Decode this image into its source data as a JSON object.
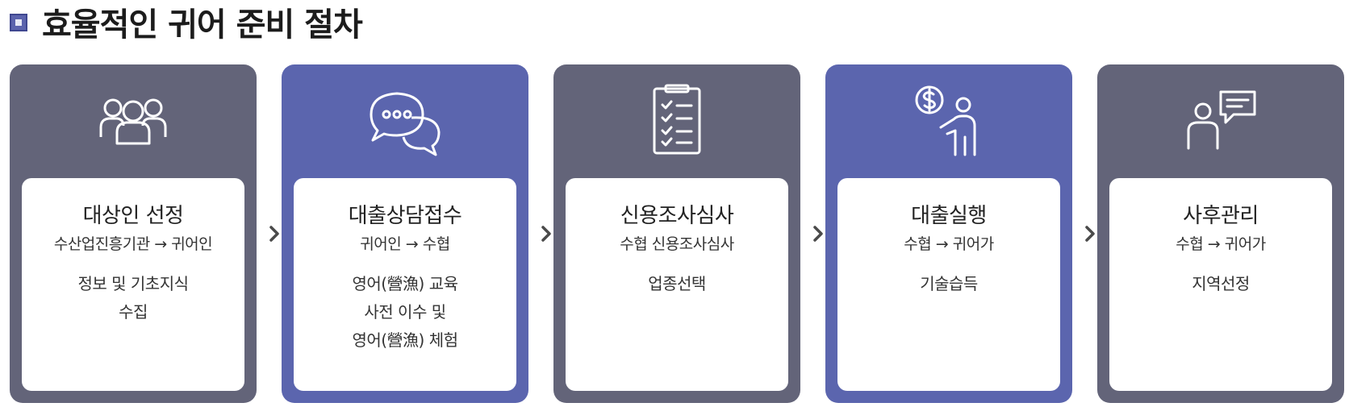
{
  "page": {
    "title": "효율적인 귀어 준비 절차"
  },
  "colors": {
    "card_dark": "#636479",
    "card_blue": "#5b65ae",
    "panel": "#ffffff",
    "title_bullet": "#5b63ad"
  },
  "steps": [
    {
      "icon": "people-group-icon",
      "title": "대상인 선정",
      "subtitle": "수산업진흥기관 → 귀어인",
      "details": [
        "정보 및 기초지식",
        "수집"
      ]
    },
    {
      "icon": "chat-bubbles-icon",
      "title": "대출상담접수",
      "subtitle": "귀어인 → 수협",
      "details": [
        "영어(營漁) 교육",
        "사전 이수 및",
        "영어(營漁) 체험"
      ]
    },
    {
      "icon": "clipboard-checklist-icon",
      "title": "신용조사심사",
      "subtitle": "수협 신용조사심사",
      "details": [
        "업종선택"
      ]
    },
    {
      "icon": "money-presenter-icon",
      "title": "대출실행",
      "subtitle": "수협 → 귀어가",
      "details": [
        "기술습득"
      ]
    },
    {
      "icon": "person-speech-icon",
      "title": "사후관리",
      "subtitle": "수협 → 귀어가",
      "details": [
        "지역선정"
      ]
    }
  ]
}
